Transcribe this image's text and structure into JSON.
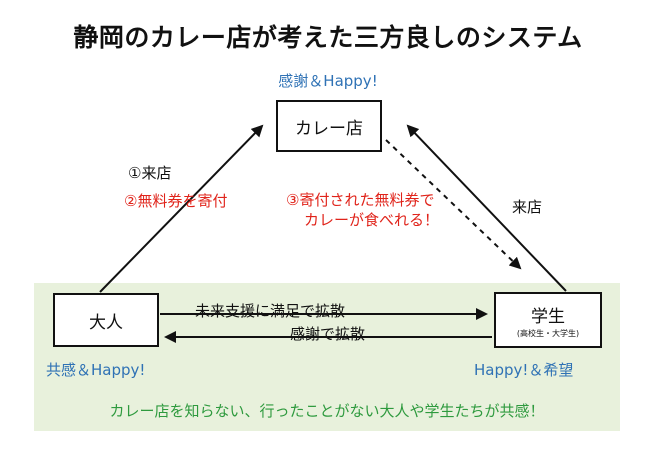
{
  "title": "静岡のカレー店が考えた三方良しのシステム",
  "nodes": {
    "shop": {
      "label": "カレー店",
      "happy": "感謝＆Happy!"
    },
    "adult": {
      "label": "大人",
      "happy": "共感＆Happy!"
    },
    "student": {
      "label": "学生",
      "sublabel": "(高校生・大学生)",
      "happy": "Happy!＆希望"
    }
  },
  "edges": {
    "adult_to_shop_1": "①来店",
    "adult_to_shop_2": "②無料券を寄付",
    "shop_to_student_line1": "③寄付された無料券で",
    "shop_to_student_line2": "カレーが食べれる！",
    "student_to_shop": "来店",
    "adult_to_student": "未来支援に満足で拡散",
    "student_to_adult": "感謝で拡散"
  },
  "footer": "カレー店を知らない、行ったことがない大人や学生たちが共感！",
  "colors": {
    "blue": "#2f72b5",
    "red": "#e0231a",
    "green": "#2e9a3e",
    "panel": "#e8f1dc"
  }
}
